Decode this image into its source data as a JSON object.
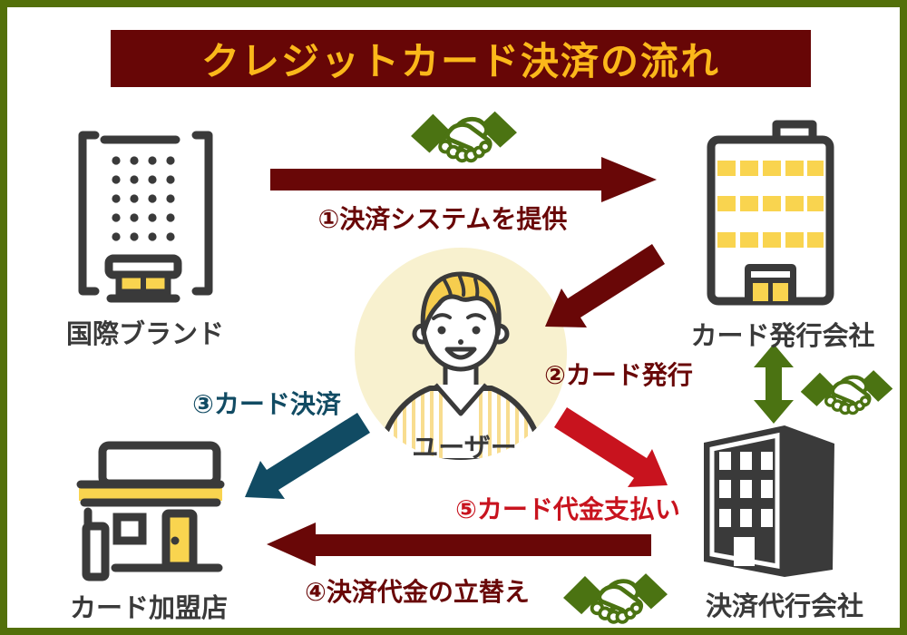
{
  "title": "クレジットカード決済の流れ",
  "entities": {
    "brand": {
      "label": "国際ブランド"
    },
    "issuer": {
      "label": "カード発行会社"
    },
    "user": {
      "label": "ユーザー"
    },
    "merchant": {
      "label": "カード加盟店"
    },
    "agency": {
      "label": "決済代行会社"
    }
  },
  "steps": {
    "s1": {
      "label": "①決済システムを提供",
      "from": "国際ブランド",
      "to": "カード発行会社"
    },
    "s2": {
      "label": "②カード発行",
      "from": "カード発行会社",
      "to": "ユーザー"
    },
    "s3": {
      "label": "③カード決済",
      "from": "ユーザー",
      "to": "カード加盟店"
    },
    "s4": {
      "label": "④決済代金の立替え",
      "from": "決済代行会社",
      "to": "カード加盟店"
    },
    "s5": {
      "label": "⑤カード代金支払い",
      "from": "ユーザー",
      "to": "決済代行会社"
    }
  },
  "icons": {
    "handshake": "handshake-icon",
    "partnership_arrow": "double-headed-arrow-icon",
    "brand_building": "outline-building-icon",
    "issuer_building": "office-building-icon",
    "agency_building": "solid-3d-building-icon",
    "merchant_store": "storefront-icon",
    "user_avatar": "person-avatar-icon"
  },
  "colors": {
    "frame_border": "#53700a",
    "banner_bg": "#670606",
    "banner_text": "#fbb81a",
    "arrow_maroon": "#690707",
    "arrow_red": "#c8131e",
    "arrow_teal": "#114b63",
    "icon_green": "#4b7312",
    "outline_dark": "#3a3a3a",
    "accent_yellow": "#f9d44f",
    "user_circle_bg": "#f8f1cf"
  }
}
